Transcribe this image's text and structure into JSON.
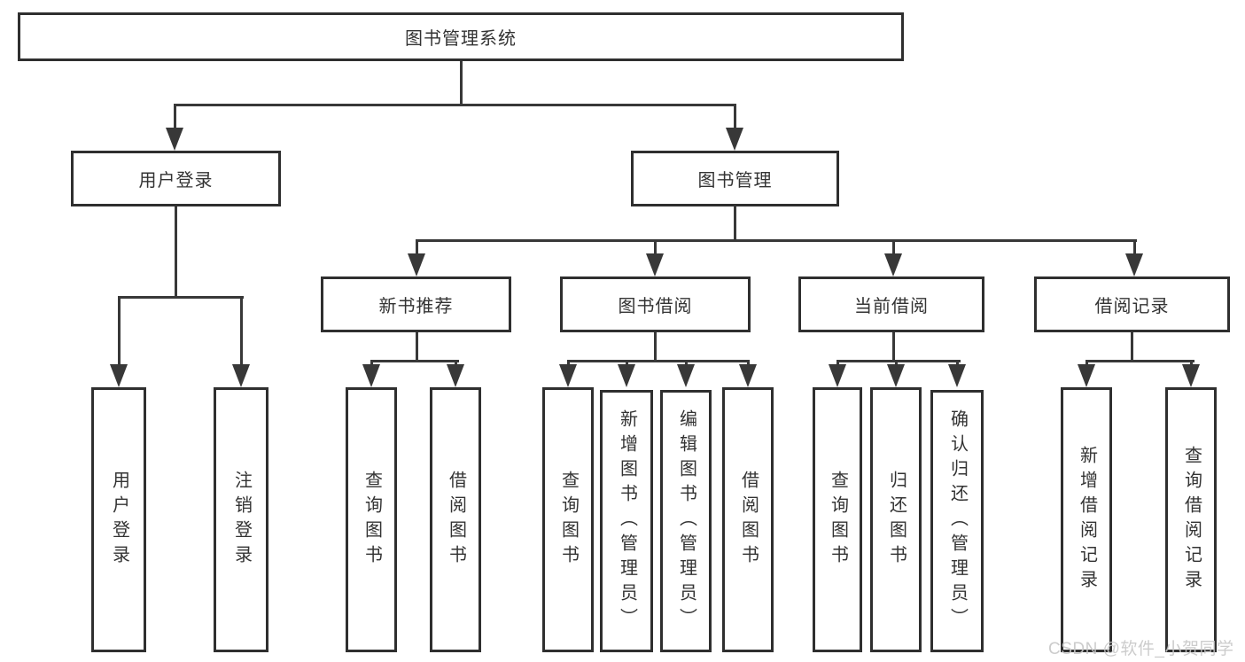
{
  "nodes": {
    "root": "图书管理系统",
    "login": "用户登录",
    "mgmt": "图书管理",
    "l3": [
      "新书推荐",
      "图书借阅",
      "当前借阅",
      "借阅记录"
    ],
    "login_children": [
      "用户登录",
      "注销登录"
    ],
    "recommend_children": [
      "查询图书",
      "借阅图书"
    ],
    "borrow_children": [
      "查询图书",
      "新增图书（管理员）",
      "编辑图书（管理员）",
      "借阅图书"
    ],
    "current_children": [
      "查询图书",
      "归还图书",
      "确认归还（管理员）"
    ],
    "records_children": [
      "新增借阅记录",
      "查询借阅记录"
    ]
  },
  "watermark": "CSDN @软件_小贺同学",
  "colors": {
    "line": "#383838",
    "border": "#2f2f2f",
    "text": "#333333",
    "watermark": "#c7c7c7",
    "background": "#ffffff"
  }
}
